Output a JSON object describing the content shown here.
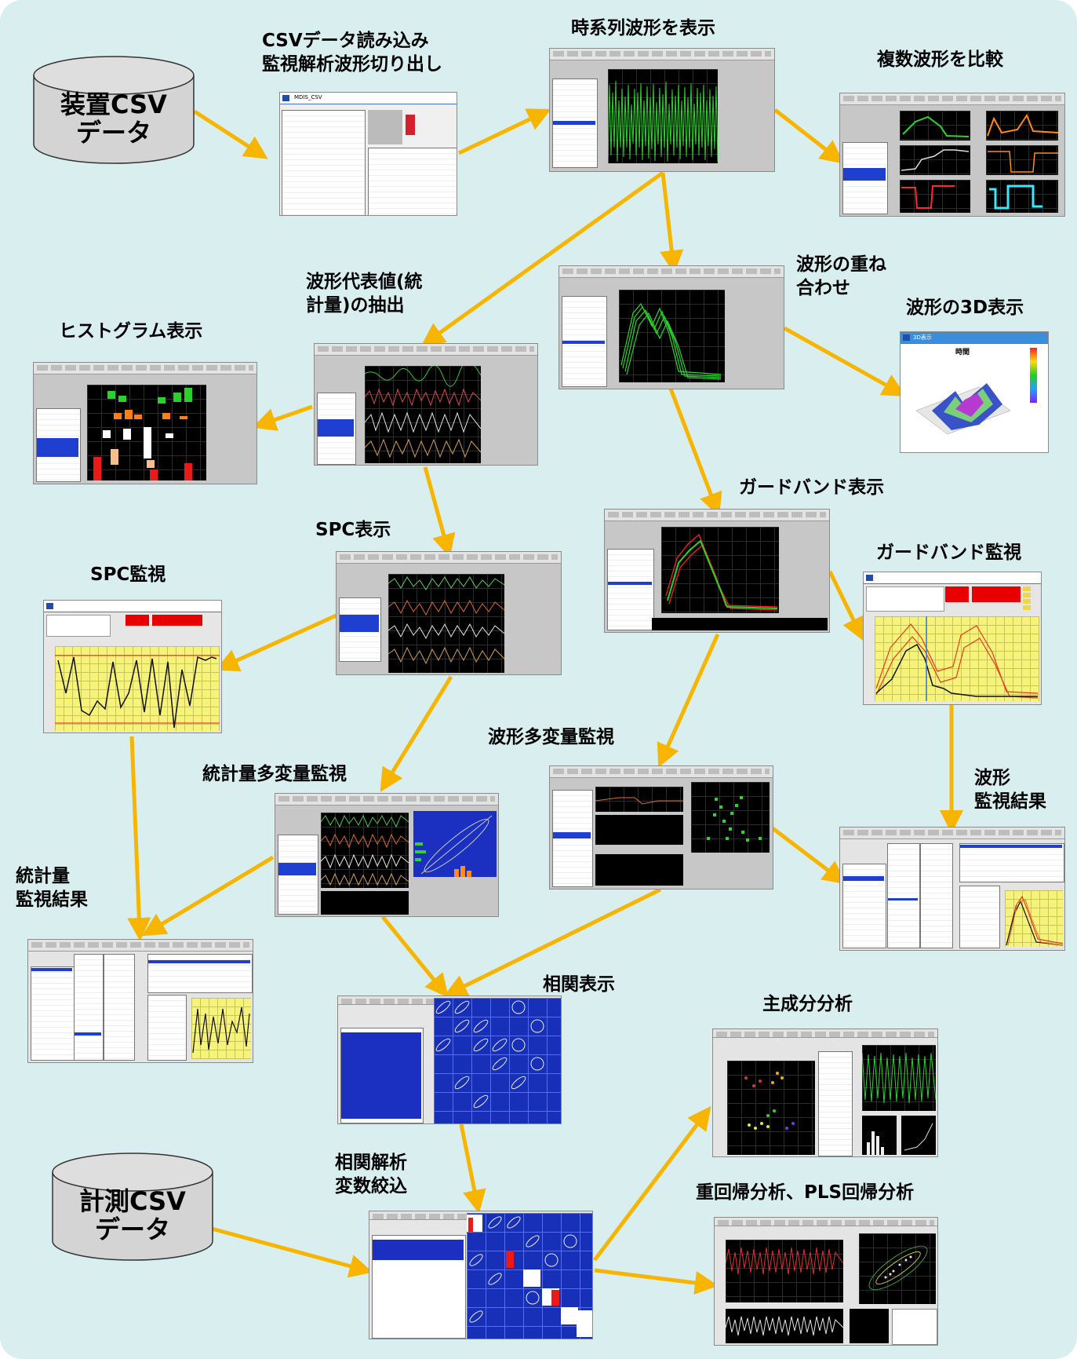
{
  "nodes": {
    "device_csv": [
      "装置CSV",
      "データ"
    ],
    "measure_csv": [
      "計測CSV",
      "データ"
    ],
    "csv_read": [
      "CSVデータ読み込み",
      "監視解析波形切り出し"
    ],
    "timeseries": "時系列波形を表示",
    "compare": "複数波形を比較",
    "representative": [
      "波形代表値(統",
      "計量)の抽出"
    ],
    "overlay": [
      "波形の重ね",
      "合わせ"
    ],
    "histogram": "ヒストグラム表示",
    "wave3d": "波形の3D表示",
    "guardband": "ガードバンド表示",
    "spc_display": "SPC表示",
    "spc_monitor": "SPC監視",
    "guardband_monitor": "ガードバンド監視",
    "wave_multivar": "波形多変量監視",
    "stat_multivar": "統計量多変量監視",
    "wave_result": [
      "波形",
      "監視結果"
    ],
    "stat_result": [
      "統計量",
      "監視結果"
    ],
    "correlation": "相関表示",
    "pca": "主成分分析",
    "corr_analysis": [
      "相関解析",
      "変数絞込"
    ],
    "regression": "重回帰分析、PLS回帰分析"
  },
  "colors": {
    "background": "#d9eeee",
    "arrow": "#f7b500",
    "cylinder": "#d4d4d4"
  },
  "screenshot_texts": {
    "csv_window_title": "MDIS_CSV",
    "wave3d_title": "時間",
    "wave3d_window": "3D表示"
  }
}
